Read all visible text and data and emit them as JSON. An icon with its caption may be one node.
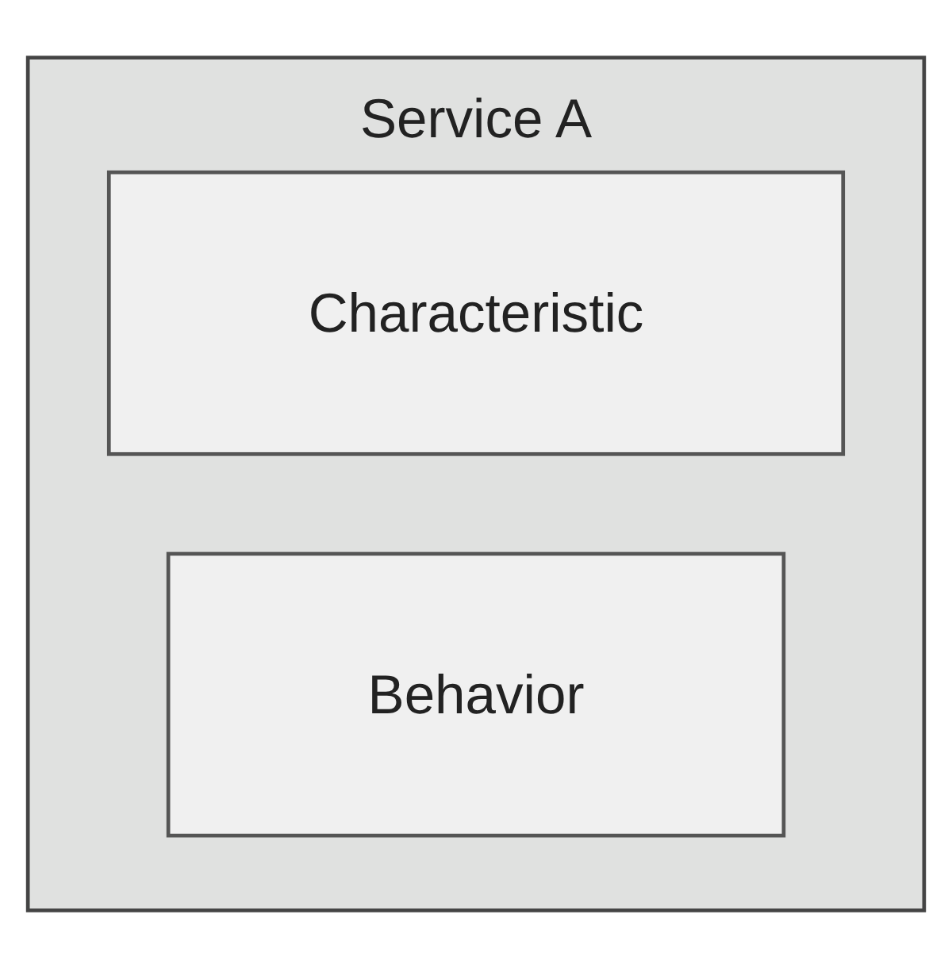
{
  "diagram": {
    "nodes": [
      {
        "text": [
          "Service A"
        ]
      },
      {
        "text": [
          "Characteristic"
        ],
        "in": 0
      },
      {
        "text": [
          "Behavior"
        ],
        "in": 0
      }
    ]
  }
}
